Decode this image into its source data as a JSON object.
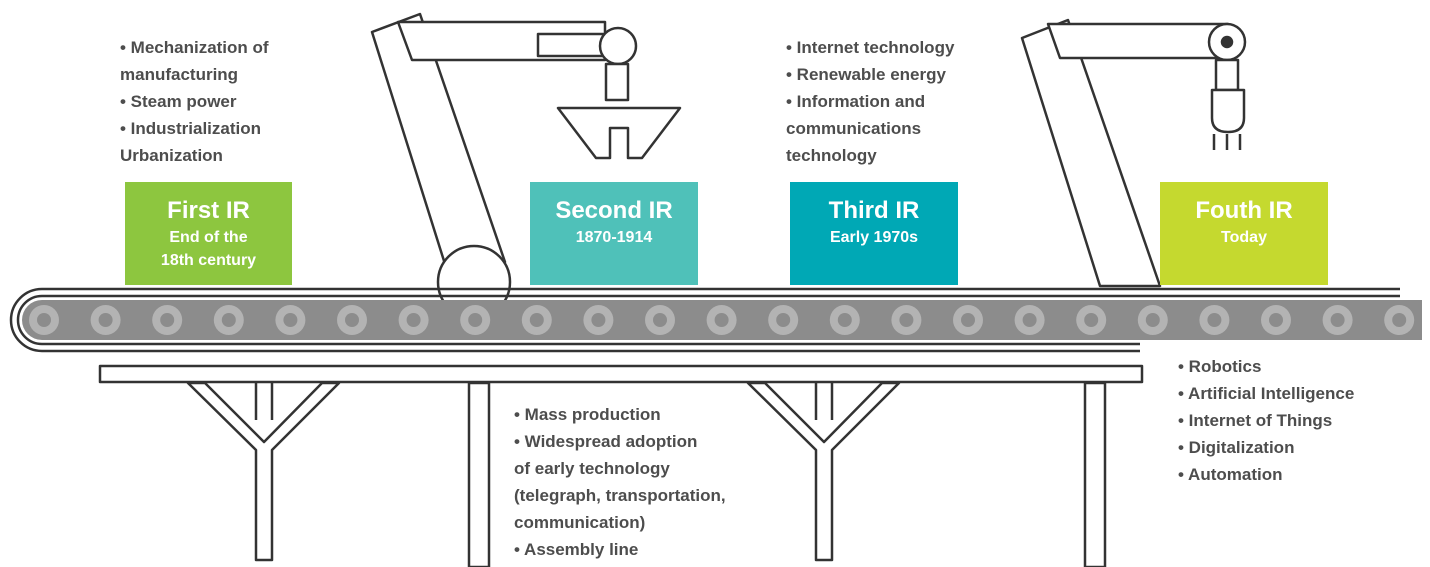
{
  "colors": {
    "outline": "#333333",
    "belt": "#8c8c8c",
    "roller_outer": "#b3b3b3",
    "roller_inner": "#8c8c8c",
    "text": "#4d4d4d"
  },
  "stages": [
    {
      "title": "First IR",
      "subtitle": "End of the\n18th century",
      "color": "#8dc63f",
      "bullets": [
        "• Mechanization of\n  manufacturing",
        "• Steam power",
        "• Industrialization",
        "  Urbanization"
      ]
    },
    {
      "title": "Second IR",
      "subtitle": "1870-1914",
      "color": "#4fc1b9",
      "bullets": [
        "• Mass production",
        "• Widespread adoption\n  of early technology\n  (telegraph, transportation,\n  communication)",
        "• Assembly line"
      ]
    },
    {
      "title": "Third IR",
      "subtitle": "Early 1970s",
      "color": "#00a8b5",
      "bullets": [
        "• Internet technology",
        "• Renewable energy",
        "• Information and\n  communications\n  technology"
      ]
    },
    {
      "title": "Fouth IR",
      "subtitle": "Today",
      "color": "#c5d92f",
      "bullets": [
        "• Robotics",
        "• Artificial Intelligence",
        "• Internet of Things",
        "• Digitalization",
        "• Automation"
      ]
    }
  ]
}
